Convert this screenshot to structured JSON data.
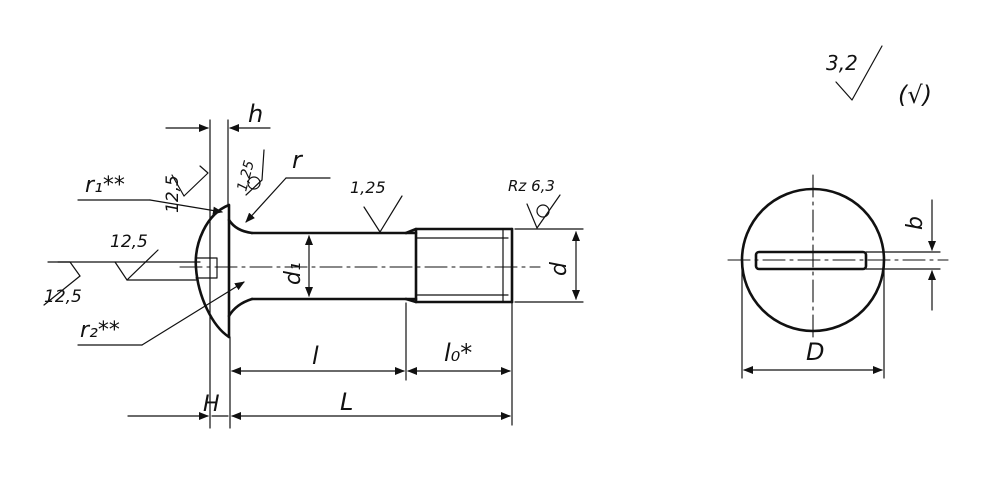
{
  "finish_note": {
    "roughness_value": "3,2",
    "parenthetical": "(√)"
  },
  "side_view": {
    "dim_h": "h",
    "dim_r": "r",
    "dim_r1": "r₁**",
    "dim_r2": "r₂**",
    "dim_d1": "d₁",
    "dim_d": "d",
    "dim_l": "l",
    "dim_l0": "l₀*",
    "dim_H": "H",
    "dim_L": "L",
    "roughness_head_top": "12,5",
    "roughness_fillet": "1,25",
    "roughness_shank": "1,25",
    "roughness_thread": "Rz 6,3",
    "roughness_slot": "12,5",
    "roughness_head_bottom": "12,5"
  },
  "end_view": {
    "dim_D": "D",
    "dim_b": "b"
  }
}
